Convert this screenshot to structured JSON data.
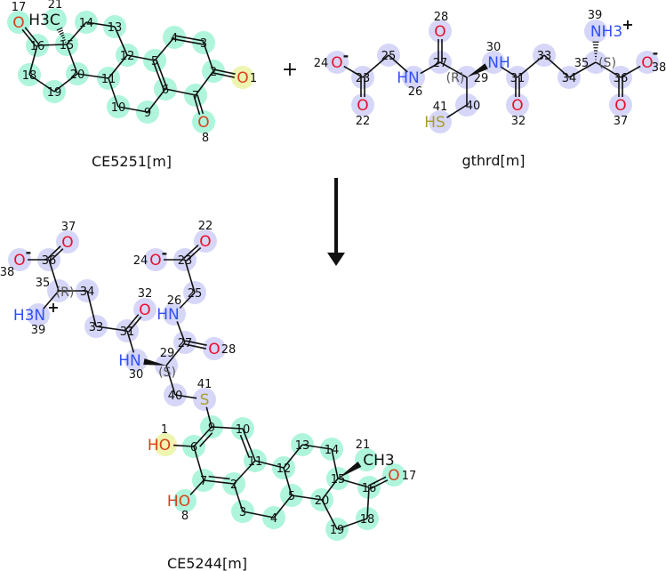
{
  "colors": {
    "highlight_green": "#aef5dc",
    "highlight_blue": "#d6d6f8",
    "highlight_yellow": "#eef5b0",
    "oxygen_green_mol": "#d8401a",
    "oxygen_blue_mol": "#e8102a",
    "nitrogen": "#3050f8",
    "sulfur": "#a8a030"
  },
  "reaction": {
    "plus": "+"
  },
  "molecules": [
    {
      "key": "r1",
      "title": "CE5251[m]",
      "highlight": "green",
      "atoms": [
        {
          "n": "1",
          "label": "O",
          "hl": "yellow"
        },
        {
          "n": "2"
        },
        {
          "n": "3"
        },
        {
          "n": "4"
        },
        {
          "n": "5"
        },
        {
          "n": "6"
        },
        {
          "n": "7"
        },
        {
          "n": "8",
          "label": "O"
        },
        {
          "n": "9"
        },
        {
          "n": "10"
        },
        {
          "n": "11"
        },
        {
          "n": "12"
        },
        {
          "n": "13"
        },
        {
          "n": "14"
        },
        {
          "n": "15"
        },
        {
          "n": "16"
        },
        {
          "n": "17",
          "label": "O"
        },
        {
          "n": "18"
        },
        {
          "n": "19"
        },
        {
          "n": "20"
        },
        {
          "n": "21",
          "label": "H3C"
        }
      ]
    },
    {
      "key": "r2",
      "title": "gthrd[m]",
      "highlight": "blue",
      "atoms": [
        {
          "n": "22",
          "label": "O"
        },
        {
          "n": "23"
        },
        {
          "n": "24",
          "label": "O",
          "charge": "-"
        },
        {
          "n": "25"
        },
        {
          "n": "26",
          "label": "HN"
        },
        {
          "n": "27"
        },
        {
          "n": "28",
          "label": "O"
        },
        {
          "n": "29",
          "stereo": "(R)"
        },
        {
          "n": "30",
          "label": "NH"
        },
        {
          "n": "31"
        },
        {
          "n": "32",
          "label": "O"
        },
        {
          "n": "33"
        },
        {
          "n": "34"
        },
        {
          "n": "35",
          "stereo": "(S)"
        },
        {
          "n": "36"
        },
        {
          "n": "37",
          "label": "O"
        },
        {
          "n": "38",
          "label": "O",
          "charge": "-"
        },
        {
          "n": "39",
          "label": "NH3",
          "charge": "+"
        },
        {
          "n": "40"
        },
        {
          "n": "41",
          "label": "HS"
        }
      ]
    },
    {
      "key": "p1",
      "title": "CE5244[m]",
      "highlight": "mixed",
      "atoms": [
        {
          "n": "1",
          "label": "HO",
          "hl": "yellow"
        },
        {
          "n": "2",
          "hl": "green"
        },
        {
          "n": "3",
          "hl": "green"
        },
        {
          "n": "4",
          "hl": "green"
        },
        {
          "n": "5",
          "hl": "green"
        },
        {
          "n": "6",
          "hl": "green"
        },
        {
          "n": "7",
          "hl": "green"
        },
        {
          "n": "8",
          "label": "HO",
          "hl": "green"
        },
        {
          "n": "9",
          "hl": "green"
        },
        {
          "n": "10",
          "hl": "green"
        },
        {
          "n": "11",
          "hl": "green"
        },
        {
          "n": "12",
          "hl": "green"
        },
        {
          "n": "13",
          "hl": "green"
        },
        {
          "n": "14",
          "hl": "green"
        },
        {
          "n": "15",
          "hl": "green"
        },
        {
          "n": "16",
          "hl": "green"
        },
        {
          "n": "17",
          "label": "O",
          "hl": "green"
        },
        {
          "n": "18",
          "hl": "green"
        },
        {
          "n": "19",
          "hl": "green"
        },
        {
          "n": "20",
          "hl": "green"
        },
        {
          "n": "21",
          "label": "CH3",
          "hl": "green"
        },
        {
          "n": "22",
          "label": "O",
          "hl": "blue"
        },
        {
          "n": "23",
          "hl": "blue"
        },
        {
          "n": "24",
          "label": "O",
          "charge": "-",
          "hl": "blue"
        },
        {
          "n": "25",
          "hl": "blue"
        },
        {
          "n": "26",
          "label": "HN",
          "hl": "blue"
        },
        {
          "n": "27",
          "hl": "blue"
        },
        {
          "n": "28",
          "label": "O",
          "hl": "blue"
        },
        {
          "n": "29",
          "stereo": "(S)",
          "hl": "blue"
        },
        {
          "n": "30",
          "label": "HN",
          "hl": "blue"
        },
        {
          "n": "31",
          "hl": "blue"
        },
        {
          "n": "32",
          "label": "O",
          "hl": "blue"
        },
        {
          "n": "33",
          "hl": "blue"
        },
        {
          "n": "34",
          "hl": "blue"
        },
        {
          "n": "35",
          "stereo": "(R)",
          "hl": "blue"
        },
        {
          "n": "36",
          "hl": "blue"
        },
        {
          "n": "37",
          "label": "O",
          "hl": "blue"
        },
        {
          "n": "38",
          "label": "O",
          "charge": "-",
          "hl": "blue"
        },
        {
          "n": "39",
          "label": "H3N",
          "charge": "+",
          "hl": "blue"
        },
        {
          "n": "40",
          "hl": "blue"
        },
        {
          "n": "41",
          "label": "S",
          "hl": "blue"
        }
      ]
    }
  ]
}
